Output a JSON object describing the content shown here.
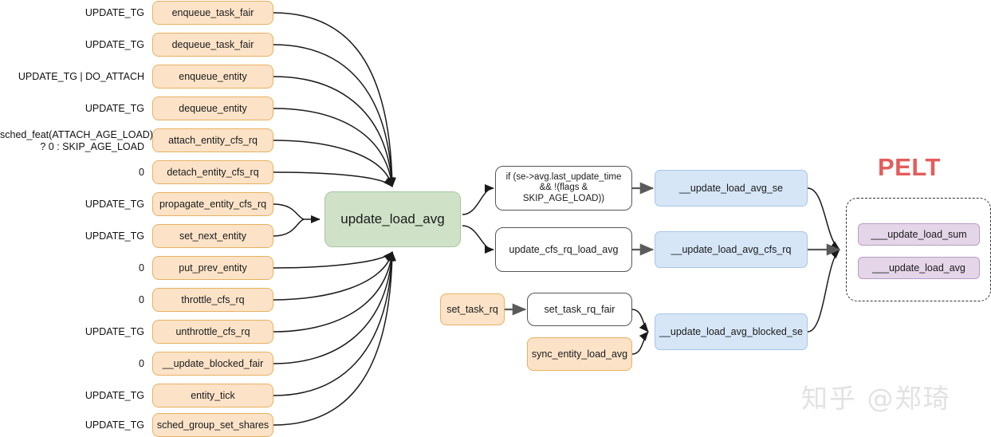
{
  "diagram": {
    "title_pelt": "PELT",
    "watermark": "知乎 @郑琦",
    "callers": [
      {
        "flag": "UPDATE_TG",
        "fn": "enqueue_task_fair"
      },
      {
        "flag": "UPDATE_TG",
        "fn": "dequeue_task_fair"
      },
      {
        "flag": "UPDATE_TG | DO_ATTACH",
        "fn": "enqueue_entity"
      },
      {
        "flag": "UPDATE_TG",
        "fn": "dequeue_entity"
      },
      {
        "flag": "sched_feat(ATTACH_AGE_LOAD)\n? 0 : SKIP_AGE_LOAD",
        "fn": "attach_entity_cfs_rq"
      },
      {
        "flag": "0",
        "fn": "detach_entity_cfs_rq"
      },
      {
        "flag": "UPDATE_TG",
        "fn": "propagate_entity_cfs_rq"
      },
      {
        "flag": "UPDATE_TG",
        "fn": "set_next_entity"
      },
      {
        "flag": "0",
        "fn": "put_prev_entity"
      },
      {
        "flag": "0",
        "fn": "throttle_cfs_rq"
      },
      {
        "flag": "UPDATE_TG",
        "fn": "unthrottle_cfs_rq"
      },
      {
        "flag": "0",
        "fn": "__update_blocked_fair"
      },
      {
        "flag": "UPDATE_TG",
        "fn": "entity_tick"
      },
      {
        "flag": "UPDATE_TG",
        "fn": "sched_group_set_shares"
      }
    ],
    "center": {
      "fn": "update_load_avg"
    },
    "mid_nodes": [
      {
        "fn": "if (se->avg.last_update_time\n&& !(flags &\nSKIP_AGE_LOAD))"
      },
      {
        "fn": "update_cfs_rq_load_avg"
      },
      {
        "fn": "set_task_rq_fair"
      }
    ],
    "set_task_rq": {
      "fn": "set_task_rq"
    },
    "sync_entity": {
      "fn": "sync_entity_load_avg"
    },
    "pelt_callers": [
      {
        "fn": "__update_load_avg_se"
      },
      {
        "fn": "__update_load_avg_cfs_rq"
      },
      {
        "fn": "__update_load_avg_blocked_se"
      }
    ],
    "pelt_core": [
      {
        "fn": "___update_load_sum"
      },
      {
        "fn": "___update_load_avg"
      }
    ],
    "colors": {
      "orange_fill": "#fce3c8",
      "orange_border": "#e8b060",
      "green_fill": "#cfe2c8",
      "green_border": "#a9c69f",
      "blue_fill": "#d6e6f7",
      "blue_border": "#a8c6e6",
      "purple_fill": "#e4d5e8",
      "purple_border": "#b79ec4",
      "pelt_red": "#e35d5b",
      "edge": "#1a1a1a",
      "edge_gray": "#5a5a5a"
    }
  }
}
